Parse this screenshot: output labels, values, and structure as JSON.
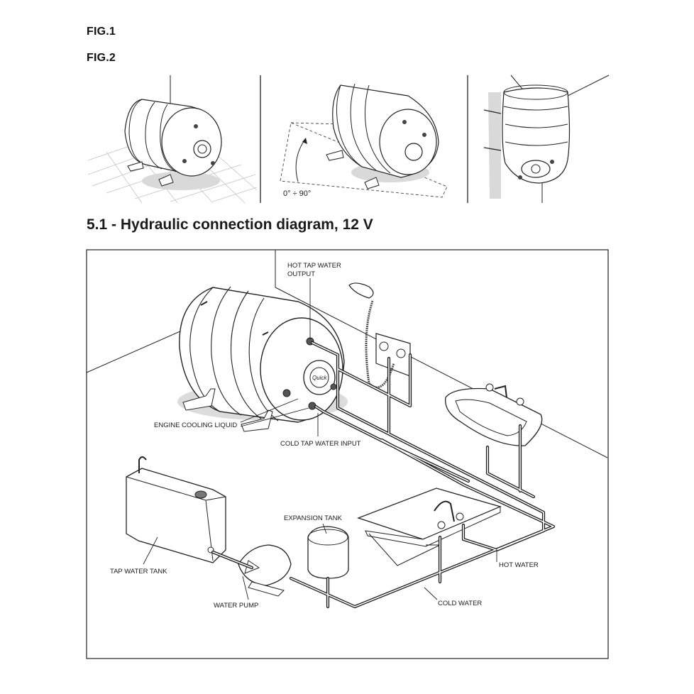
{
  "figures": {
    "fig1_label": "FIG.1",
    "fig2_label": "FIG.2",
    "angle_label": "0° ÷ 90°"
  },
  "section": {
    "title": "5.1 - Hydraulic connection diagram, 12 V"
  },
  "diagram": {
    "labels": {
      "hot_tap_output_line1": "HOT TAP WATER",
      "hot_tap_output_line2": "OUTPUT",
      "engine_cooling_liquid": "ENGINE COOLING LIQUID",
      "cold_tap_input": "COLD TAP WATER INPUT",
      "expansion_tank": "EXPANSION TANK",
      "tap_water_tank": "TAP WATER TANK",
      "water_pump": "WATER PUMP",
      "hot_water": "HOT WATER",
      "cold_water": "COLD WATER"
    }
  },
  "colors": {
    "line": "#1a1a1a",
    "shadow": "#d9d9d9",
    "floor_grid": "#bdbdbd"
  }
}
